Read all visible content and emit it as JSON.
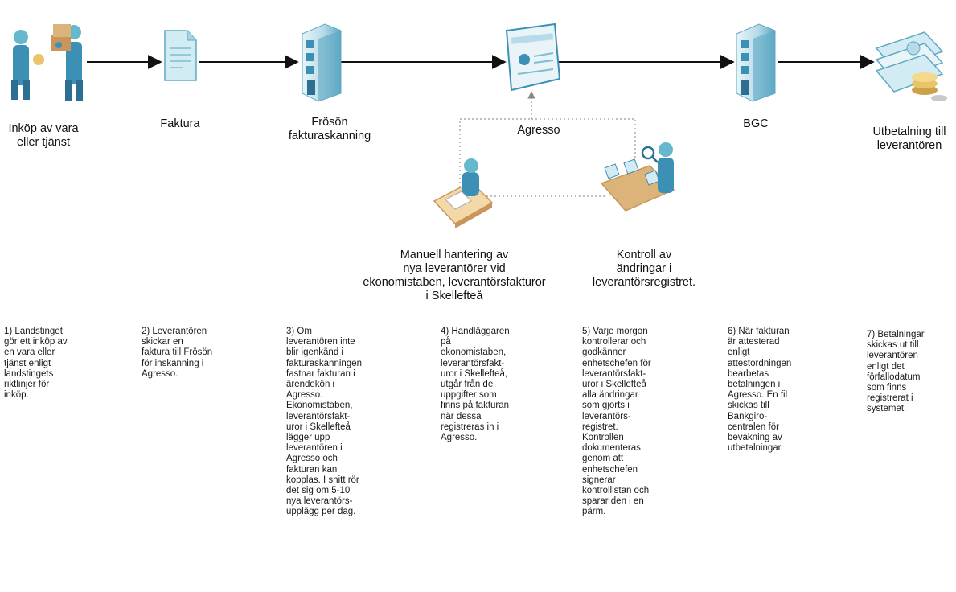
{
  "nodes": [
    {
      "id": "inkop",
      "label_lines": [
        "Inköp av vara",
        "eller tjänst"
      ],
      "icon": "people-exchange-icon"
    },
    {
      "id": "faktura",
      "label_lines": [
        "Faktura"
      ],
      "icon": "document-icon"
    },
    {
      "id": "froson",
      "label_lines": [
        "Frösön",
        "fakturaskanning"
      ],
      "icon": "building-icon"
    },
    {
      "id": "agresso",
      "label_lines": [
        "Agresso"
      ],
      "icon": "screen-icon"
    },
    {
      "id": "bgc",
      "label_lines": [
        "BGC"
      ],
      "icon": "building-icon"
    },
    {
      "id": "utbetalning",
      "label_lines": [
        "Utbetalning till",
        "leverantören"
      ],
      "icon": "money-stack-icon"
    },
    {
      "id": "manuell",
      "label_lines": [
        "Manuell hantering av",
        "nya leverantörer vid",
        "ekonomistaben, leverantörsfakturor",
        "i Skellefteå"
      ],
      "icon": "person-desk-icon"
    },
    {
      "id": "kontroll",
      "label_lines": [
        "Kontroll av",
        "ändringar i",
        "leverantörsregistret."
      ],
      "icon": "inspector-icon"
    }
  ],
  "steps": [
    {
      "num": 1,
      "text": "1) Landstinget\ngör ett inköp av\nen vara eller\ntjänst enligt\nlandstingets\nriktlinjer för\ninköp."
    },
    {
      "num": 2,
      "text": "2) Leverantören\nskickar en\nfaktura till Frösön\nför inskanning i\nAgresso."
    },
    {
      "num": 3,
      "text": "3) Om\nleverantören inte\nblir igenkänd i\nfakturaskanningen\nfastnar fakturan i\närendekön i\nAgresso.\nEkonomistaben,\nleverantörsfakt-\nuror i Skellefteå\nlägger upp\nleverantören i\nAgresso och\nfakturan kan\nkopplas. I snitt rör\ndet sig om 5-10\nnya leverantörs-\nupplägg per dag."
    },
    {
      "num": 4,
      "text": "4) Handläggaren\npå\nekonomistaben,\nleverantörsfakt-\nuror i Skellefteå,\nutgår från de\nuppgifter som\nfinns på fakturan\nnär dessa\nregistreras in i\nAgresso."
    },
    {
      "num": 5,
      "text": "5) Varje morgon\nkontrollerar och\ngodkänner\nenhetschefen för\nleverantörsfakt-\nuror i Skellefteå\nalla ändringar\nsom gjorts i\nleverantörs-\nregistret.\nKontrollen\ndokumenteras\ngenom att\nenhetschefen\nsignerar\nkontrollistan och\nsparar den i en\npärm."
    },
    {
      "num": 6,
      "text": "6) När fakturan\när attesterad\nenligt\nattestordningen\nbearbetas\nbetalningen i\nAgresso. En fil\nskickas till\nBankgiro-\ncentralen för\nbevakning av\nutbetalningar."
    },
    {
      "num": 7,
      "text": "7) Betalningar\nskickas ut till\nleverantören\nenligt det\nförfallodatum\nsom finns\nregistrerat i\nsystemet."
    }
  ],
  "edges": [
    {
      "from": "inkop",
      "to": "faktura",
      "style": "solid"
    },
    {
      "from": "faktura",
      "to": "froson",
      "style": "solid"
    },
    {
      "from": "froson",
      "to": "agresso",
      "style": "solid"
    },
    {
      "from": "agresso",
      "to": "bgc",
      "style": "solid"
    },
    {
      "from": "bgc",
      "to": "utbetalning",
      "style": "solid"
    },
    {
      "from": "manuell",
      "to": "agresso",
      "style": "dotted"
    },
    {
      "from": "kontroll",
      "to": "agresso",
      "style": "dotted"
    }
  ],
  "colors": {
    "line": "#111111",
    "dotted": "#999999",
    "icon_blue": "#3c8fb5",
    "icon_teal": "#66b9cc",
    "icon_light": "#d3ecf3",
    "tan": "#dcb47a",
    "coin": "#e9c46a"
  }
}
